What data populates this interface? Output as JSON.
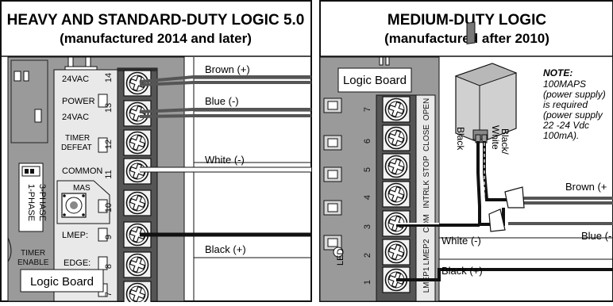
{
  "left_panel": {
    "title_line1": "HEAVY AND STANDARD-DUTY LOGIC 5.0",
    "title_line2": "(manufactured 2014 and later)",
    "board_labels": {
      "vac_top": "24VAC",
      "power": "POWER",
      "vac_bottom": "24VAC",
      "timer_defeat_1": "TIMER",
      "timer_defeat_2": "DEFEAT",
      "common": "COMMON",
      "mas": "MAS",
      "lmep": "LMEP:",
      "edge": "EDGE:",
      "timer_enable_1": "TIMER",
      "timer_enable_2": "ENABLE",
      "three_phase": "3-PHASE",
      "one_phase": "1-PHASE",
      "logic_board": "Logic Board"
    },
    "terminal_numbers": [
      "14",
      "13",
      "12",
      "11",
      "10",
      "9",
      "8",
      "7"
    ],
    "wires": {
      "brown": "Brown (+)",
      "blue": "Blue (-)",
      "white": "White (-)",
      "black": "Black (+)"
    }
  },
  "right_panel": {
    "title_line1": "MEDIUM-DUTY LOGIC",
    "title_line2": "(manufactured after 2010)",
    "logic_board": "Logic Board",
    "terminal_numbers": [
      "7",
      "6",
      "5",
      "4",
      "3",
      "2",
      "1"
    ],
    "terminal_names": [
      "OPEN",
      "CLOSE",
      "STOP",
      "INTRLK",
      "COM",
      "LMEP2",
      "LMEP1"
    ],
    "led": "LED",
    "note": {
      "heading": "NOTE:",
      "lines": [
        "100MAPS",
        "(power supply)",
        "is required",
        "(power supply",
        "22 -24 Vdc",
        "100mA)."
      ]
    },
    "supply_wires": {
      "black": "Black",
      "black_white_1": "Black/",
      "black_white_2": "White"
    },
    "wires": {
      "brown": "Brown (+",
      "blue": "Blue (-",
      "white": "White (-)",
      "black": "Black (+)"
    }
  }
}
